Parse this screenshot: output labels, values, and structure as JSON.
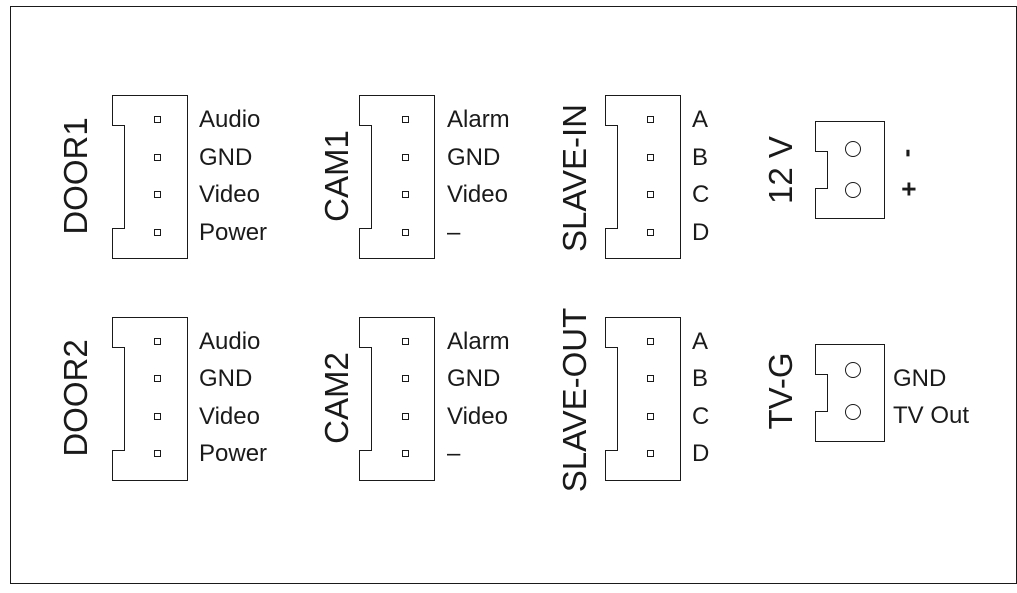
{
  "connectors": {
    "door1": {
      "name": "DOOR1",
      "pins": [
        "Audio",
        "GND",
        "Video",
        "Power"
      ]
    },
    "cam1": {
      "name": "CAM1",
      "pins": [
        "Alarm",
        "GND",
        "Video",
        "–"
      ]
    },
    "slave_in": {
      "name": "SLAVE-IN",
      "pins": [
        "A",
        "B",
        "C",
        "D"
      ]
    },
    "power": {
      "name": "12 V",
      "pins": [
        "-",
        "+"
      ]
    },
    "door2": {
      "name": "DOOR2",
      "pins": [
        "Audio",
        "GND",
        "Video",
        "Power"
      ]
    },
    "cam2": {
      "name": "CAM2",
      "pins": [
        "Alarm",
        "GND",
        "Video",
        "–"
      ]
    },
    "slave_out": {
      "name": "SLAVE-OUT",
      "pins": [
        "A",
        "B",
        "C",
        "D"
      ]
    },
    "tvg": {
      "name": "TV-G",
      "pins": [
        "GND",
        "TV Out"
      ]
    }
  }
}
